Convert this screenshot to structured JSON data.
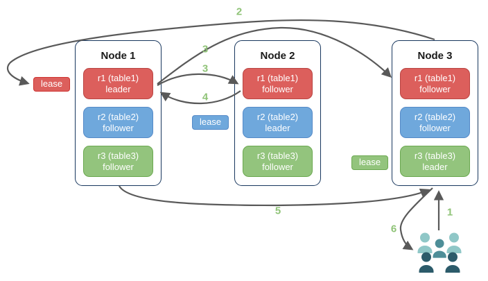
{
  "nodes": [
    {
      "title": "Node 1",
      "replicas": [
        {
          "name": "r1 (table1)",
          "role": "leader",
          "color": "red"
        },
        {
          "name": "r2 (table2)",
          "role": "follower",
          "color": "blue"
        },
        {
          "name": "r3 (table3)",
          "role": "follower",
          "color": "green"
        }
      ]
    },
    {
      "title": "Node 2",
      "replicas": [
        {
          "name": "r1 (table1)",
          "role": "follower",
          "color": "red"
        },
        {
          "name": "r2 (table2)",
          "role": "leader",
          "color": "blue"
        },
        {
          "name": "r3 (table3)",
          "role": "follower",
          "color": "green"
        }
      ]
    },
    {
      "title": "Node 3",
      "replicas": [
        {
          "name": "r1 (table1)",
          "role": "follower",
          "color": "red"
        },
        {
          "name": "r2 (table2)",
          "role": "follower",
          "color": "blue"
        },
        {
          "name": "r3 (table3)",
          "role": "leader",
          "color": "green"
        }
      ]
    }
  ],
  "leases": [
    {
      "label": "lease",
      "color": "red"
    },
    {
      "label": "lease",
      "color": "blue"
    },
    {
      "label": "lease",
      "color": "green"
    }
  ],
  "steps": {
    "n1": "1",
    "n2": "2",
    "n3a": "3",
    "n3b": "3",
    "n4": "4",
    "n5": "5",
    "n6": "6"
  },
  "icons": {
    "users": "users-group-icon"
  },
  "colors": {
    "red_fill": "#DC5F5C",
    "red_border": "#B94442",
    "lease_red_border": "#CE3431",
    "blue_fill": "#6FA8DC",
    "blue_border": "#5489C7",
    "green_fill": "#93C47D",
    "green_border": "#6AA84F",
    "node_border": "#17365D",
    "arrow": "#595959",
    "label_green": "#8FC377",
    "people_light": "#8FC7C7",
    "people_mid": "#4E8E98",
    "people_dark": "#2C5B6A"
  }
}
